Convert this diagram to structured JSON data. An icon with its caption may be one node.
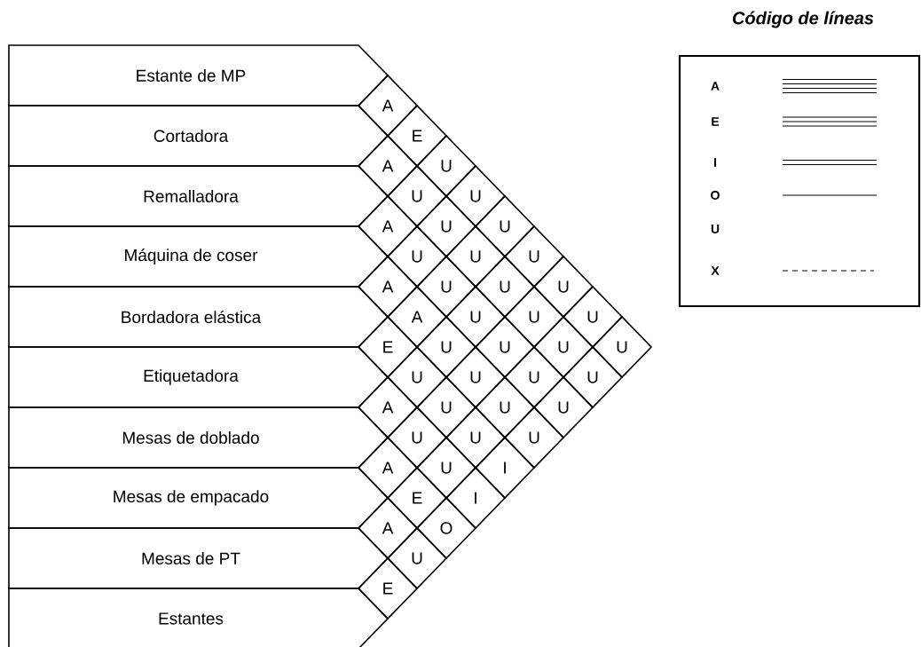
{
  "diagram": {
    "nodes": [
      {
        "text": [
          "Estante de MP"
        ]
      },
      {
        "text": [
          "Cortadora"
        ]
      },
      {
        "text": [
          "Remalladora"
        ]
      },
      {
        "text": [
          "Máquina de coser"
        ]
      },
      {
        "text": [
          "Bordadora elástica"
        ]
      },
      {
        "text": [
          "Etiquetadora"
        ]
      },
      {
        "text": [
          "Mesas de doblado"
        ]
      },
      {
        "text": [
          "Mesas de empacado"
        ]
      },
      {
        "text": [
          "Mesas de PT"
        ]
      },
      {
        "text": [
          "Estantes"
        ]
      },
      {
        "text": [
          "A"
        ]
      },
      {
        "text": [
          "E"
        ]
      },
      {
        "text": [
          "A"
        ]
      },
      {
        "text": [
          "U"
        ]
      },
      {
        "text": [
          "U"
        ]
      },
      {
        "text": [
          "U"
        ]
      },
      {
        "text": [
          "A"
        ]
      },
      {
        "text": [
          "U"
        ]
      },
      {
        "text": [
          "U"
        ]
      },
      {
        "text": [
          "U"
        ]
      },
      {
        "text": [
          "U"
        ]
      },
      {
        "text": [
          "U"
        ]
      },
      {
        "text": [
          "A"
        ]
      },
      {
        "text": [
          "U"
        ]
      },
      {
        "text": [
          "U"
        ]
      },
      {
        "text": [
          "U"
        ]
      },
      {
        "text": [
          "A"
        ]
      },
      {
        "text": [
          "U"
        ]
      },
      {
        "text": [
          "U"
        ]
      },
      {
        "text": [
          "U"
        ]
      },
      {
        "text": [
          "E"
        ]
      },
      {
        "text": [
          "U"
        ]
      },
      {
        "text": [
          "U"
        ]
      },
      {
        "text": [
          "U"
        ]
      },
      {
        "text": [
          "U"
        ]
      },
      {
        "text": [
          "U"
        ]
      },
      {
        "text": [
          "U"
        ]
      },
      {
        "text": [
          "U"
        ]
      },
      {
        "text": [
          "U"
        ]
      },
      {
        "text": [
          "A"
        ]
      },
      {
        "text": [
          "U"
        ]
      },
      {
        "text": [
          "U"
        ]
      },
      {
        "text": [
          "U"
        ]
      },
      {
        "text": [
          "U"
        ]
      },
      {
        "text": [
          "U"
        ]
      },
      {
        "text": [
          "U"
        ]
      },
      {
        "text": [
          "A"
        ]
      },
      {
        "text": [
          "U"
        ]
      },
      {
        "text": [
          "I"
        ]
      },
      {
        "text": [
          "E"
        ]
      },
      {
        "text": [
          "I"
        ]
      },
      {
        "text": [
          "A"
        ]
      },
      {
        "text": [
          "O"
        ]
      },
      {
        "text": [
          "U"
        ]
      },
      {
        "text": [
          "E"
        ]
      }
    ],
    "labels": [
      "Código de líneas"
    ],
    "legend": [
      {
        "text": "A"
      },
      {
        "text": "E"
      },
      {
        "text": "I"
      },
      {
        "text": "O"
      },
      {
        "text": "U"
      },
      {
        "text": "X"
      }
    ]
  }
}
